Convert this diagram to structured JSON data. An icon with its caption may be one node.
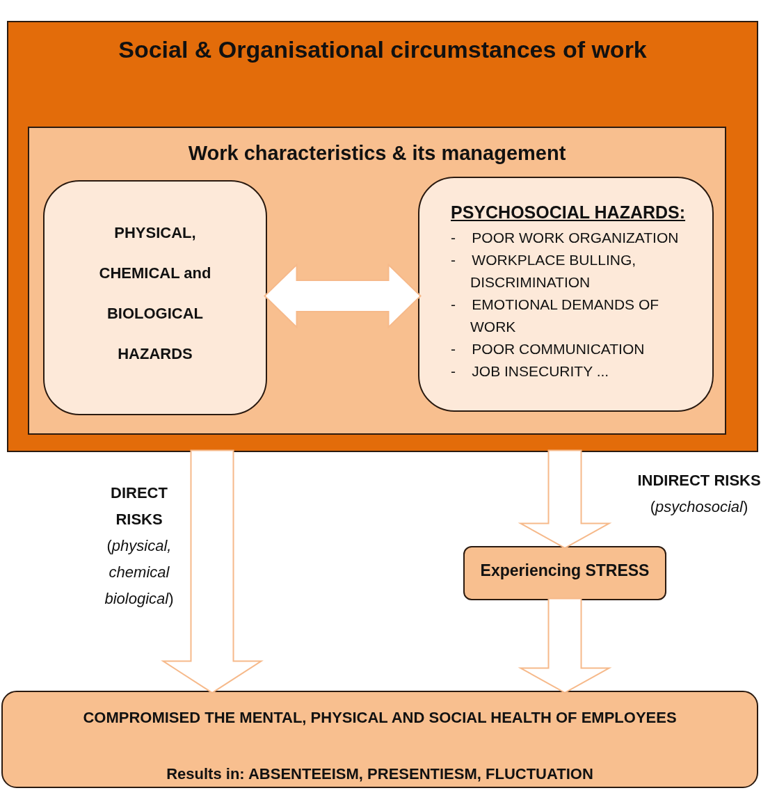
{
  "diagram": {
    "nodes": [
      {
        "text": [
          "Social & Organisational circumstances of work"
        ]
      },
      {
        "text": [
          "Work characteristics & its management"
        ],
        "in": 0
      },
      {
        "text": [
          "PHYSICAL, CHEMICAL and BIOLOGICAL HAZARDS"
        ],
        "in": 1
      },
      {
        "text": [
          "PSYCHOSOCIAL HAZARDS:",
          "- POOR WORK ORGANIZATION",
          "- WORKPLACE BULLING, DISCRIMINATION",
          "- EMOTIONAL DEMANDS OF WORK",
          "- POOR COMMUNICATION",
          "- JOB INSECURITY ..."
        ],
        "in": 1
      },
      {
        "text": [
          "Experiencing STRESS"
        ]
      },
      {
        "text": [
          "COMPROMISED THE MENTAL, PHYSICAL AND SOCIAL HEALTH OF EMPLOYEES",
          "Results in: ABSENTEEISM, PRESENTIESM, FLUCTUATION"
        ]
      }
    ],
    "edges": [
      {
        "from": 2,
        "to": 3,
        "arrow": "both"
      },
      {
        "from": 0,
        "to": 5,
        "arrow": "to",
        "label": "DIRECT RISKS (*physical, chemical biological*)"
      },
      {
        "from": 0,
        "to": 4,
        "arrow": "to",
        "label": "INDIRECT RISKS (*psychosocial*)"
      },
      {
        "from": 4,
        "to": 5,
        "arrow": "to"
      }
    ]
  }
}
